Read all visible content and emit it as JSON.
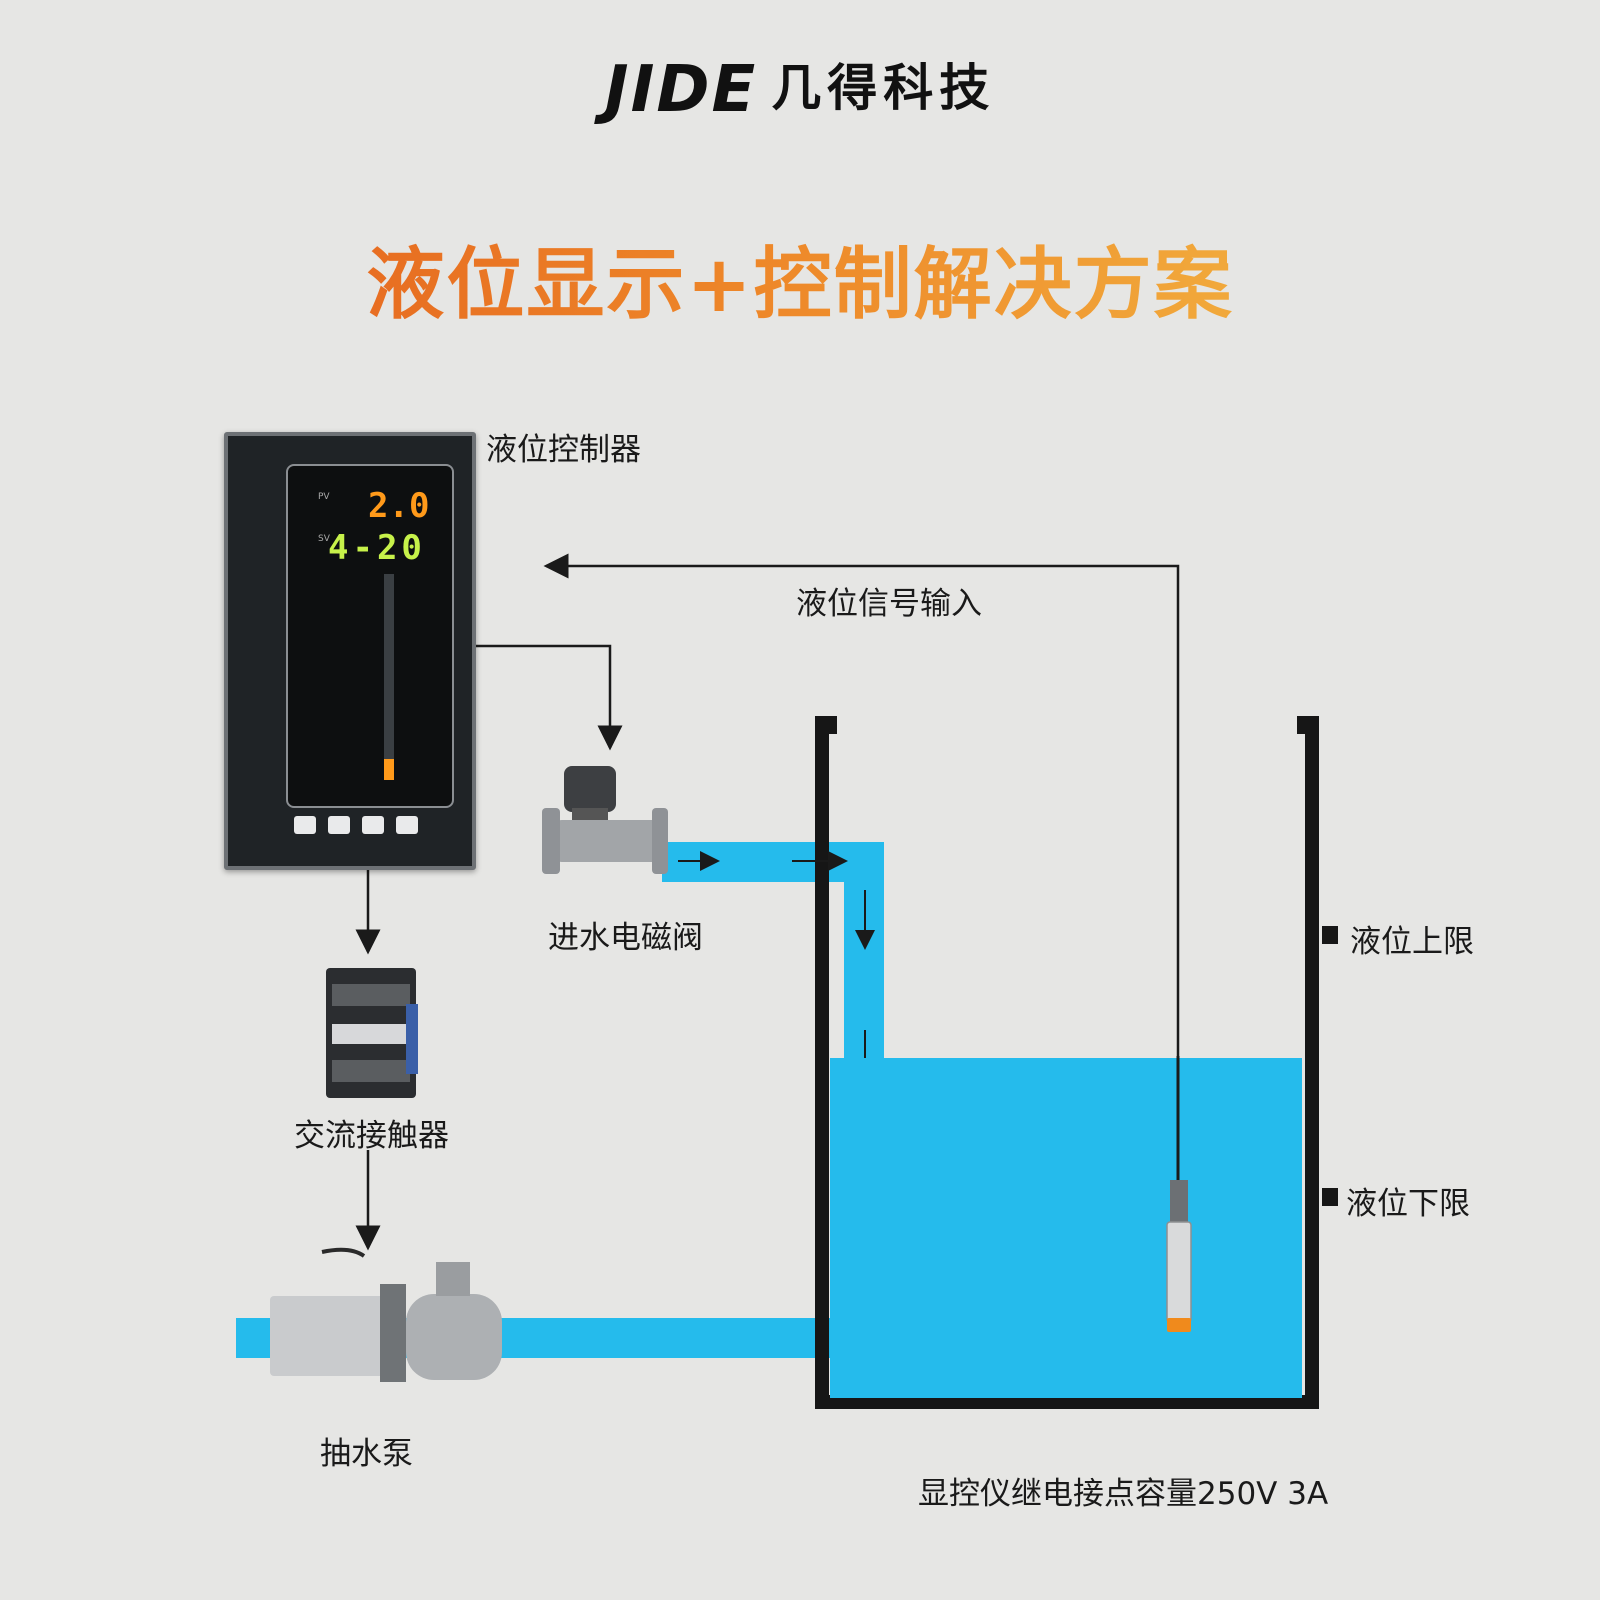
{
  "brand": {
    "latin": "JIDE",
    "name": "几得科技"
  },
  "title": "液位显示+控制解决方案",
  "labels": {
    "controller": "液位控制器",
    "signal_input": "液位信号输入",
    "inlet_valve": "进水电磁阀",
    "contactor": "交流接触器",
    "pump": "抽水泵",
    "upper_limit": "液位上限",
    "lower_limit": "液位下限",
    "relay_note": "显控仪继电接点容量250V 3A"
  },
  "controller_display": {
    "pv_label": "PV",
    "pv_value": "2.0",
    "sv_label": "SV",
    "sv_value": "4-20",
    "bar_fill_fraction": 0.1
  },
  "colors": {
    "water": "#25bbec",
    "title_start": "#e2561a",
    "title_end": "#f4c34a",
    "line": "#1a1a1a"
  }
}
